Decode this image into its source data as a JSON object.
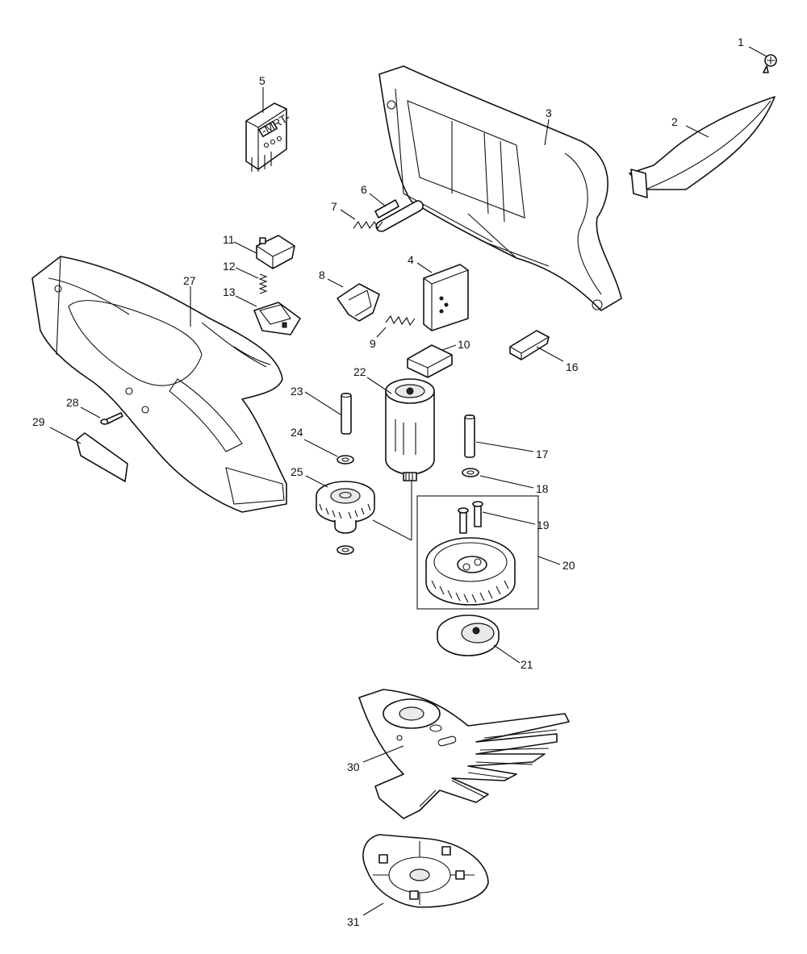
{
  "diagram": {
    "type": "exploded-parts-diagram",
    "callouts": [
      "1",
      "2",
      "3",
      "4",
      "5",
      "6",
      "7",
      "8",
      "9",
      "10",
      "11",
      "12",
      "13",
      "16",
      "17",
      "18",
      "19",
      "20",
      "21",
      "22",
      "23",
      "24",
      "25",
      "27",
      "28",
      "29",
      "30",
      "31"
    ],
    "nameplate_text": "-MRT-"
  }
}
